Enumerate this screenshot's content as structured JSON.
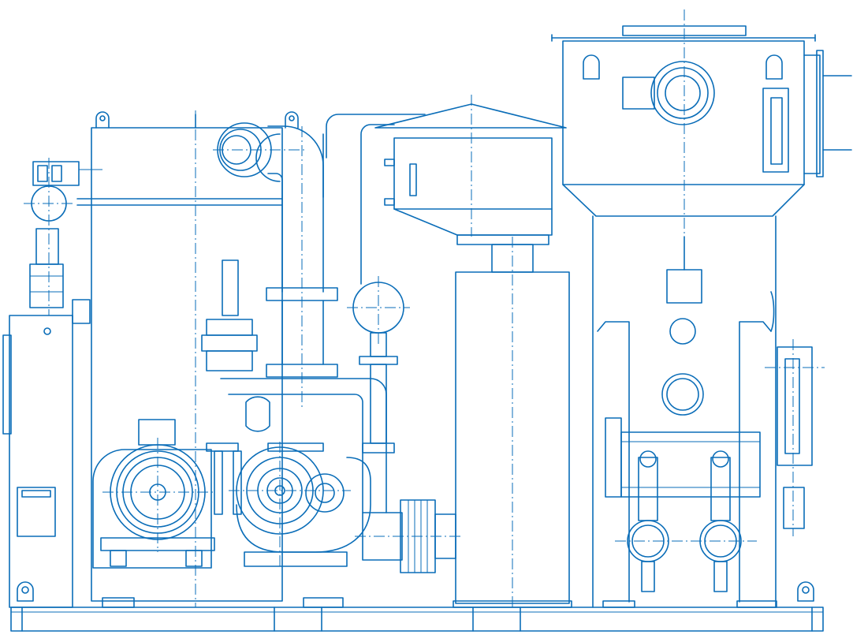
{
  "drawing": {
    "ink_color": "#0a6db8",
    "background": "#ffffff",
    "components": [
      "base-frame",
      "control-cabinet",
      "electric-motor",
      "roots-blower",
      "pump-unit",
      "vertical-pipe-column",
      "silencer",
      "hopper-tank",
      "filter-housing",
      "outlet-manifold",
      "discharge-valves",
      "level-gauge"
    ]
  }
}
